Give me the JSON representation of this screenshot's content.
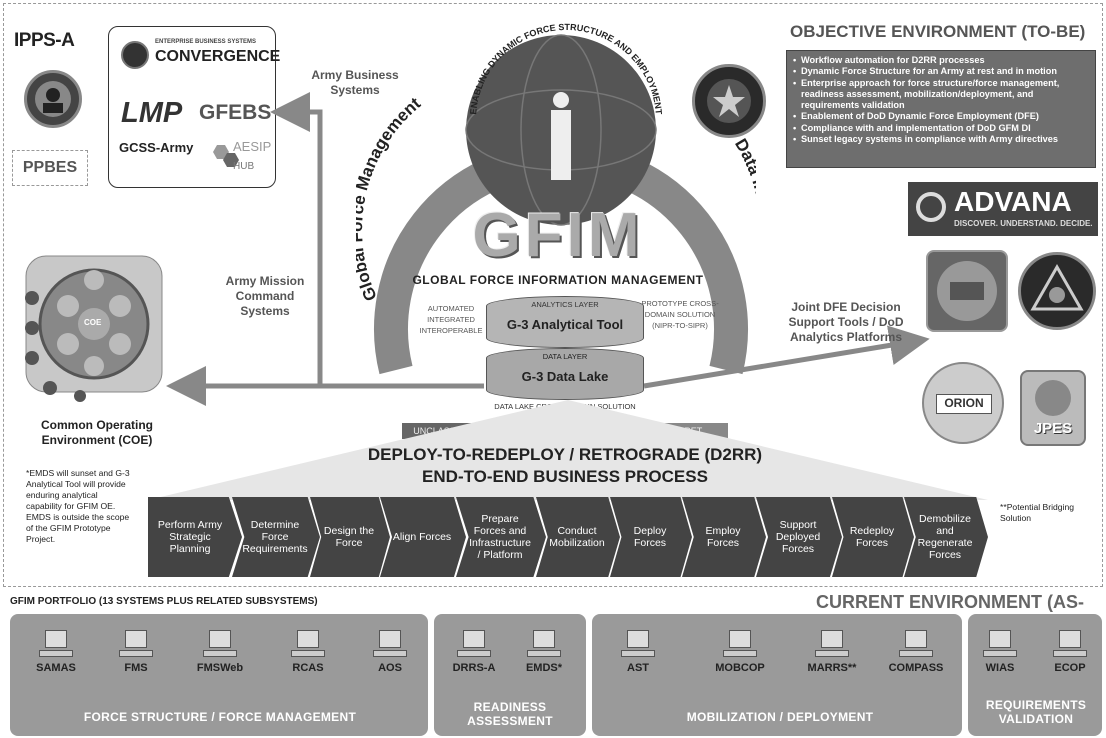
{
  "top_left": {
    "ippsa": "IPPS-A",
    "convergence_small": "ENTERPRISE BUSINESS SYSTEMS",
    "convergence": "CONVERGENCE",
    "lmp": "LMP",
    "gfebs": "GFEBS",
    "gcss": "GCSS-Army",
    "aesip": "AESIP",
    "hub": "HUB",
    "ppbes": "PPBES"
  },
  "labels": {
    "army_business": "Army Business Systems",
    "army_mission_command": "Army Mission Command Systems",
    "coe": "Common Operating Environment (COE)",
    "coe_center": "COE",
    "joint_dfe": "Joint DFE Decision Support Tools / DoD Analytics Platforms",
    "emds_note": "*EMDS will sunset and G-3 Analytical Tool will provide enduring analytical capability for GFIM OE. EMDS is outside the scope of the GFIM Prototype Project.",
    "bridging": "**Potential Bridging Solution"
  },
  "center": {
    "arc_top": "ENABLING DYNAMIC FORCE STRUCTURE AND EMPLOYMENT",
    "arc_left": "Global Force Management",
    "arc_right": "Data Initiative",
    "gfim": "GFIM",
    "gfim_full": "GLOBAL FORCE INFORMATION MANAGEMENT",
    "left_note": "AUTOMATED INTEGRATED INTEROPERABLE",
    "right_note": "PROTOTYPE CROSS-DOMAIN SOLUTION (NIPR-TO-SIPR)",
    "analytics_layer": "ANALYTICS LAYER",
    "analytical_tool": "G-3 Analytical Tool",
    "data_layer": "DATA LAYER",
    "data_lake": "G-3 Data Lake",
    "cds": "DATA LAKE CROSS-DOMAIN SOLUTION",
    "unclassified": "UNCLASSIFIED",
    "secret": "SECRET",
    "d2rr_line1": "DEPLOY-TO-REDEPLOY / RETROGRADE (D2RR)",
    "d2rr_line2": "END-TO-END BUSINESS PROCESS"
  },
  "objective": {
    "title": "OBJECTIVE ENVIRONMENT (TO-BE)",
    "items": [
      "Workflow automation for D2RR processes",
      "Dynamic Force Structure for an Army at rest and in motion",
      "Enterprise approach for force structure/force management, readiness assessment, mobilization/deployment, and requirements validation",
      "Enablement of DoD Dynamic Force Employment (DFE)",
      "Compliance with and implementation of DoD GFM DI",
      "Sunset legacy systems in compliance with Army directives"
    ]
  },
  "right_logos": {
    "advana": "ADVANA",
    "advana_tag": "DISCOVER. UNDERSTAND. DECIDE.",
    "orion": "ORION",
    "jpes": "JPES"
  },
  "process_steps": [
    "Perform Army Strategic Planning",
    "Determine Force Requirements",
    "Design the Force",
    "Align Forces",
    "Prepare Forces and Infrastructure / Platform",
    "Conduct Mobilization",
    "Deploy Forces",
    "Employ Forces",
    "Support Deployed Forces",
    "Redeploy Forces",
    "Demobilize and Regenerate Forces"
  ],
  "portfolio": {
    "title": "GFIM PORTFOLIO (13 SYSTEMS PLUS RELATED SUBSYSTEMS)",
    "current": "CURRENT ENVIRONMENT (AS-IS)",
    "groups": [
      {
        "label": "FORCE STRUCTURE / FORCE MANAGEMENT",
        "systems": [
          "SAMAS",
          "FMS",
          "FMSWeb",
          "RCAS",
          "AOS"
        ]
      },
      {
        "label": "READINESS ASSESSMENT",
        "systems": [
          "DRRS-A",
          "EMDS*"
        ]
      },
      {
        "label": "MOBILIZATION / DEPLOYMENT",
        "systems": [
          "AST",
          "MOBCOP",
          "MARRS**",
          "COMPASS"
        ]
      },
      {
        "label": "REQUIREMENTS VALIDATION",
        "systems": [
          "WIAS",
          "ECOP"
        ]
      }
    ]
  }
}
